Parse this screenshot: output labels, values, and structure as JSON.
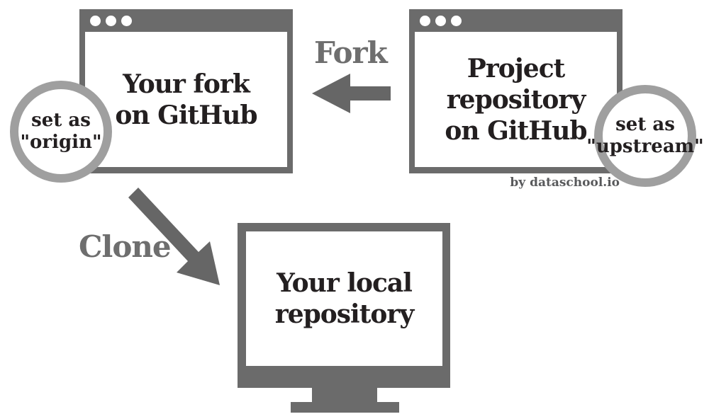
{
  "colors": {
    "window_frame": "#6b6b6b",
    "badge_ring": "#9f9f9f",
    "arrow": "#666666",
    "arrow_label": "#6e6e6e",
    "heading_ink": "#231f20",
    "credit_ink": "#58595b"
  },
  "fork_window": {
    "lines": [
      "Your fork",
      "on GitHub"
    ]
  },
  "project_window": {
    "lines": [
      "Project",
      "repository",
      "on GitHub"
    ]
  },
  "origin_badge": {
    "lines": [
      "set as",
      "\"origin\""
    ]
  },
  "upstream_badge": {
    "lines": [
      "set as",
      "\"upstream\""
    ]
  },
  "arrows": {
    "fork_label": "Fork",
    "clone_label": "Clone"
  },
  "local_monitor": {
    "lines": [
      "Your local",
      "repository"
    ]
  },
  "credit": "by dataschool.io"
}
